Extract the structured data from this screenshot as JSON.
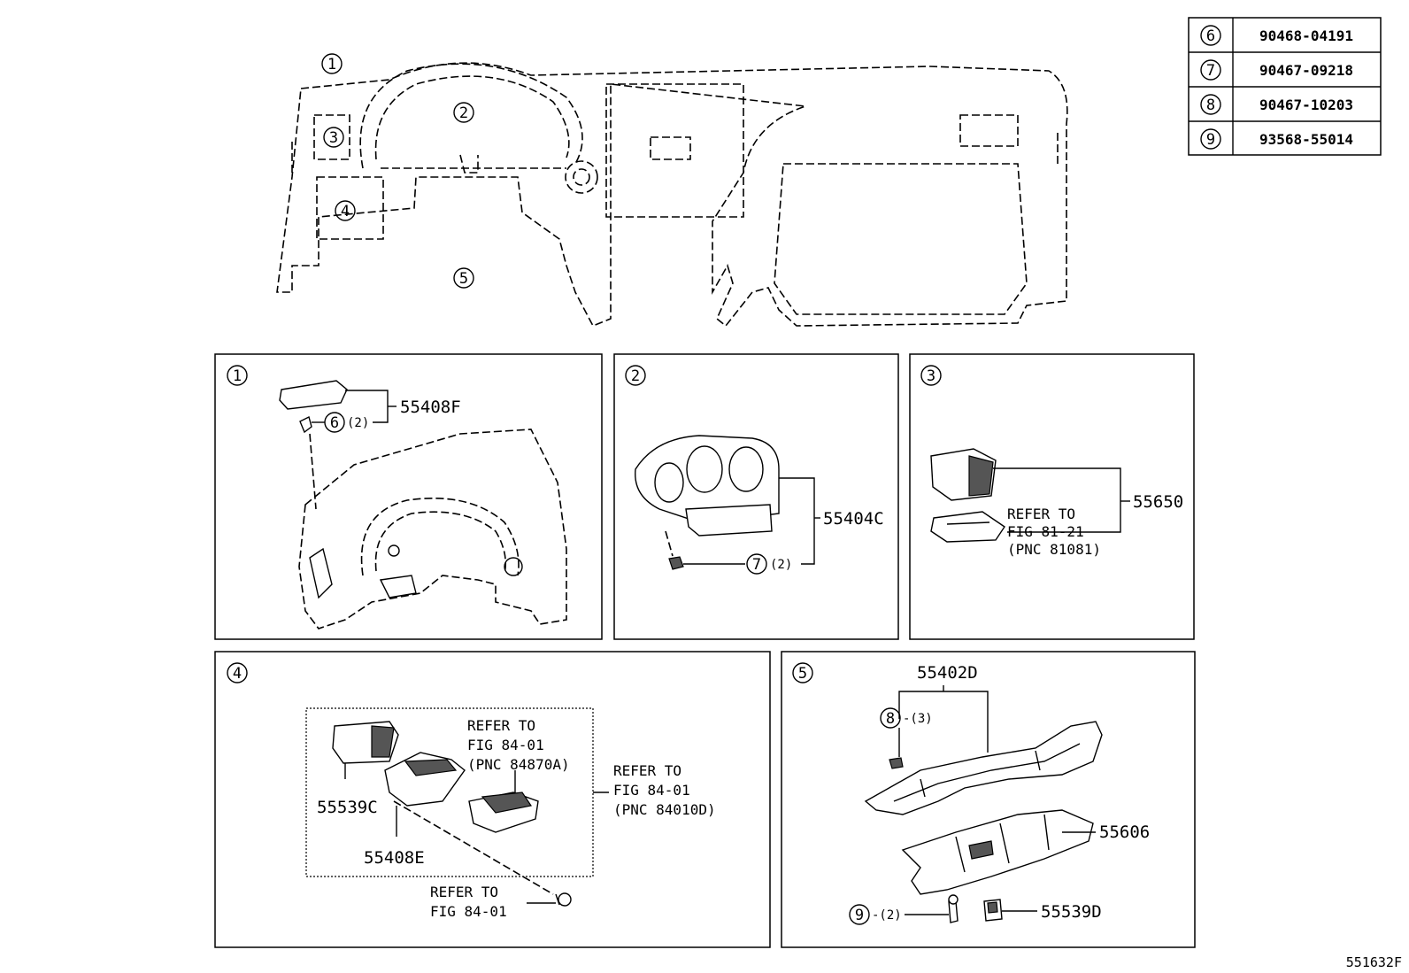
{
  "fastener_table": [
    {
      "callout": "6",
      "part_number": "90468-04191"
    },
    {
      "callout": "7",
      "part_number": "90467-09218"
    },
    {
      "callout": "8",
      "part_number": "90467-10203"
    },
    {
      "callout": "9",
      "part_number": "93568-55014"
    }
  ],
  "overview": {
    "callouts": [
      "1",
      "2",
      "3",
      "4",
      "5"
    ]
  },
  "panels": [
    {
      "callout": "1",
      "parts": [
        "55408F"
      ],
      "fasteners": [
        {
          "callout": "6",
          "qty": "(2)"
        }
      ]
    },
    {
      "callout": "2",
      "parts": [
        "55404C"
      ],
      "fasteners": [
        {
          "callout": "7",
          "qty": "(2)"
        }
      ]
    },
    {
      "callout": "3",
      "parts": [
        "55650"
      ],
      "refer": [
        "REFER TO",
        "FIG 81-21",
        "(PNC 81081)"
      ]
    },
    {
      "callout": "4",
      "parts": [
        "55539C",
        "55408E"
      ],
      "refer_a": [
        "REFER TO",
        "FIG 84-01",
        "(PNC 84870A)"
      ],
      "refer_b": [
        "REFER TO",
        "FIG 84-01",
        "(PNC 84010D)"
      ],
      "refer_c": [
        "REFER TO",
        "FIG 84-01"
      ]
    },
    {
      "callout": "5",
      "parts": [
        "55402D",
        "55606",
        "55539D"
      ],
      "fasteners": [
        {
          "callout": "8",
          "qty": "-(3)"
        },
        {
          "callout": "9",
          "qty": "-(2)"
        }
      ]
    }
  ],
  "figure_code": "551632F"
}
